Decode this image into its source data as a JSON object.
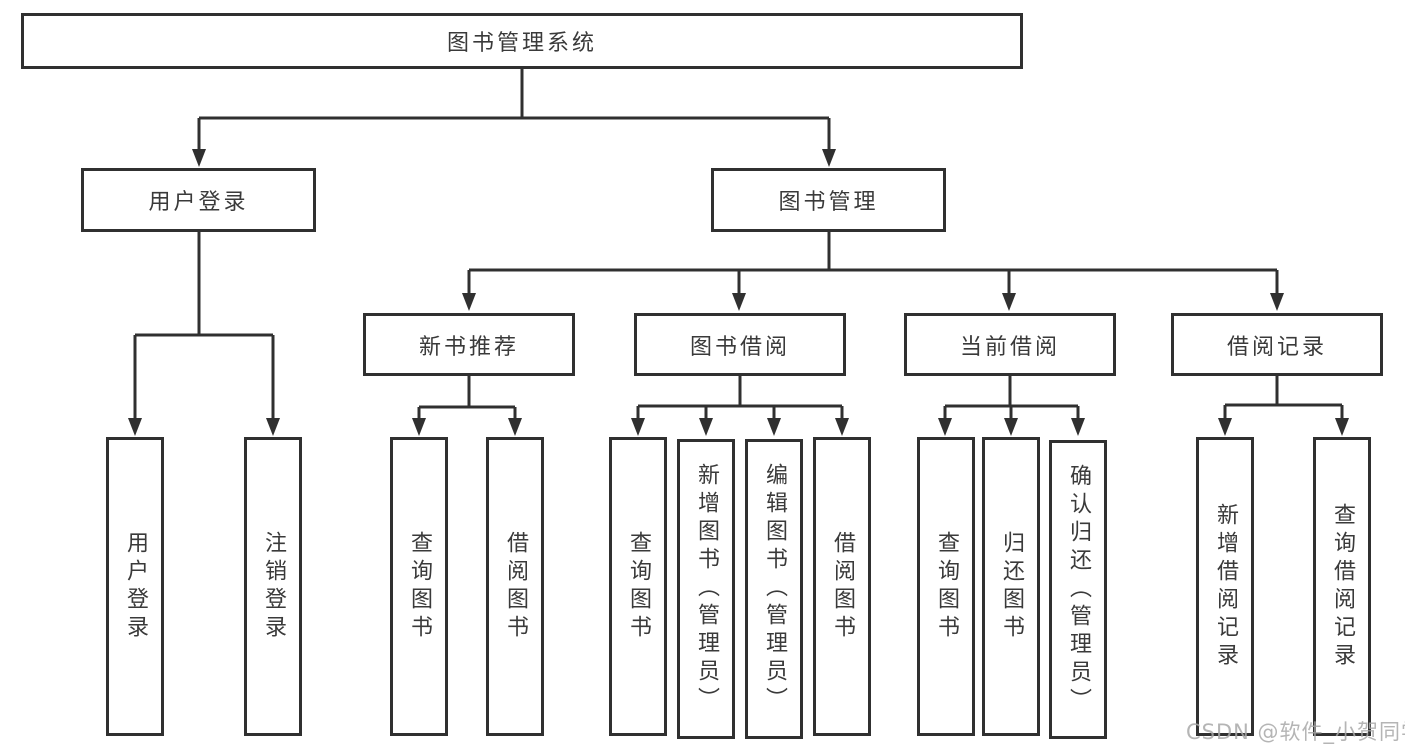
{
  "diagram_type": "tree",
  "tree": {
    "label": "图书管理系统",
    "children": [
      {
        "label": "用户登录",
        "children": [
          {
            "label": "用户登录"
          },
          {
            "label": "注销登录"
          }
        ]
      },
      {
        "label": "图书管理",
        "children": [
          {
            "label": "新书推荐",
            "children": [
              {
                "label": "查询图书"
              },
              {
                "label": "借阅图书"
              }
            ]
          },
          {
            "label": "图书借阅",
            "children": [
              {
                "label": "查询图书"
              },
              {
                "label": "新增图书（管理员）"
              },
              {
                "label": "编辑图书（管理员）"
              },
              {
                "label": "借阅图书"
              }
            ]
          },
          {
            "label": "当前借阅",
            "children": [
              {
                "label": "查询图书"
              },
              {
                "label": "归还图书"
              },
              {
                "label": "确认归还（管理员）"
              }
            ]
          },
          {
            "label": "借阅记录",
            "children": [
              {
                "label": "新增借阅记录"
              },
              {
                "label": "查询借阅记录"
              }
            ]
          }
        ]
      }
    ]
  },
  "watermark": "CSDN @软件_小贺同学",
  "colors": {
    "line": "#303030",
    "box_border": "#303030",
    "text": "#3a3a3a",
    "background": "#ffffff",
    "watermark": "#a8a8a8"
  }
}
